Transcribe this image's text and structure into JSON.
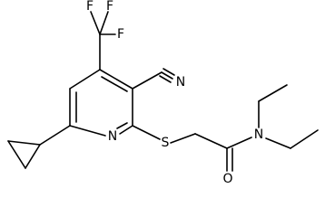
{
  "molecule": {
    "atoms": [
      {
        "id": "F1",
        "label": "F"
      },
      {
        "id": "F2",
        "label": "F"
      },
      {
        "id": "F3",
        "label": "F"
      },
      {
        "id": "N_nitrile",
        "label": "N"
      },
      {
        "id": "N_pyridine",
        "label": "N"
      },
      {
        "id": "S",
        "label": "S"
      },
      {
        "id": "N_amide",
        "label": "N"
      },
      {
        "id": "O",
        "label": "O"
      }
    ]
  },
  "colors": {
    "bond": "#000000",
    "label": "#000000",
    "background": "#ffffff"
  }
}
